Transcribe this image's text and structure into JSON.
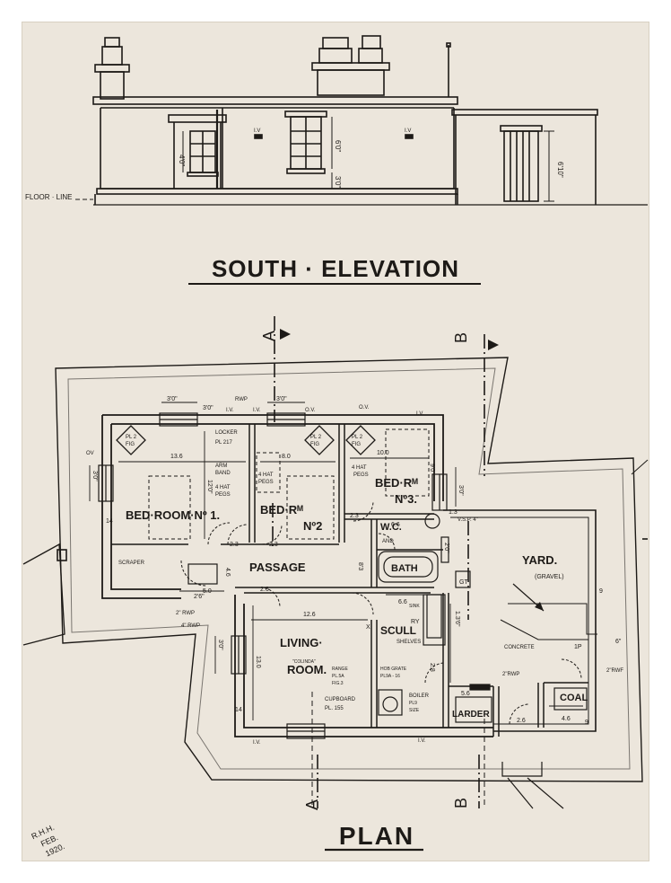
{
  "elevation": {
    "title": "SOUTH · ELEVATION",
    "floor_line": "FLOOR · LINE",
    "dims": {
      "window_small": "4'0\"",
      "window_main": "6'0\"",
      "sill": "3'0\"",
      "door": "6'10\""
    },
    "vent_labels": [
      "I.V",
      "I.V"
    ]
  },
  "plan": {
    "title": "PLAN",
    "section_markers": [
      "A",
      "A",
      "B",
      "B"
    ],
    "rooms": {
      "bed1": "BED·ROOM·Nº 1.",
      "bed2_line1": "BED·Rᴹ",
      "bed2_line2": "Nº2",
      "bed3_line1": "BED·Rᴹ",
      "bed3_line2": "Nº3.",
      "passage": "PASSAGE",
      "living_line1": "LIVING·",
      "living_line2": "ROOM.",
      "scull": "SCULL",
      "wc": "W.C.",
      "bath": "BATH",
      "yard": "YARD.",
      "yard_note": "(GRAVEL)",
      "coal": "COAL",
      "larder": "LARDER"
    },
    "notes": [
      {
        "text": "ARM",
        "id": "arm"
      },
      {
        "text": "BAND",
        "id": "band"
      },
      {
        "text": "4 HAT",
        "id": "hat1"
      },
      {
        "text": "PEGS",
        "id": "pegs1"
      },
      {
        "text": "4 HAT",
        "id": "hat2"
      },
      {
        "text": "PEGS",
        "id": "pegs2"
      },
      {
        "text": "4 HAT",
        "id": "hat3"
      },
      {
        "text": "PEGS",
        "id": "pegs3"
      },
      {
        "text": "LOCKER",
        "id": "locker"
      },
      {
        "text": "PL 217",
        "id": "pl217"
      },
      {
        "text": "SCRAPER",
        "id": "scraper"
      },
      {
        "text": "2\" RWP",
        "id": "rwp1"
      },
      {
        "text": "4\" RWP",
        "id": "rwp2"
      },
      {
        "text": "RWP",
        "id": "rwp3"
      },
      {
        "text": "V.S.P. 4\"",
        "id": "vsp"
      },
      {
        "text": "SINK",
        "id": "sink"
      },
      {
        "text": "SHELVES",
        "id": "shelves"
      },
      {
        "text": "\"COLINDA\"",
        "id": "colinda"
      },
      {
        "text": "RANGE",
        "id": "range"
      },
      {
        "text": "PL.5A",
        "id": "pl5a"
      },
      {
        "text": "FIG.3",
        "id": "fig3"
      },
      {
        "text": "HOB GRATE",
        "id": "hob"
      },
      {
        "text": "PL9A - 16",
        "id": "pl9a"
      },
      {
        "text": "CUPBOARD",
        "id": "cupboard"
      },
      {
        "text": "PL. 155",
        "id": "pl155"
      },
      {
        "text": "BOILER",
        "id": "boiler"
      },
      {
        "text": "PL9",
        "id": "pl9"
      },
      {
        "text": "SIZE",
        "id": "size"
      },
      {
        "text": "CONCRETE",
        "id": "concrete"
      },
      {
        "text": "2\"RWP",
        "id": "rwp4"
      },
      {
        "text": "2\"RWF",
        "id": "rwf"
      },
      {
        "text": "O.V.",
        "id": "ov1"
      },
      {
        "text": "O.V.",
        "id": "ov2"
      },
      {
        "text": "OV",
        "id": "ov3"
      },
      {
        "text": "I.V.",
        "id": "iv1"
      },
      {
        "text": "I.V.",
        "id": "iv2"
      },
      {
        "text": "I.V.",
        "id": "iv3"
      },
      {
        "text": "I.V.",
        "id": "iv4"
      },
      {
        "text": "I.V.",
        "id": "iv5"
      },
      {
        "text": "PL 2",
        "id": "pl2a"
      },
      {
        "text": "FIG",
        "id": "fig_a"
      },
      {
        "text": "PL 2",
        "id": "pl2b"
      },
      {
        "text": "FIG",
        "id": "fig_b"
      },
      {
        "text": "PL 2",
        "id": "pl2c"
      },
      {
        "text": "FIG",
        "id": "fig_c"
      },
      {
        "text": "GT",
        "id": "gt"
      },
      {
        "text": "RY",
        "id": "ry"
      },
      {
        "text": "X",
        "id": "x"
      },
      {
        "text": "AND",
        "id": "and"
      }
    ],
    "dims": {
      "bed1_w": "13.6",
      "bed1_d": "12'0\"",
      "bed2_w": "8.0",
      "bed3_w": "10.0",
      "bed3_d": "9'0",
      "win1": "3'0\"",
      "win2": "3'0\"",
      "win_left": "3'0\"",
      "win_right": "3'0\"",
      "living_w": "12.6",
      "living_d": "13.0",
      "win_living": "3'0\"",
      "wc_w": "6.6",
      "sink_w": "6.6",
      "larder_w": "5.6",
      "coal_w": "4.6",
      "yard_d": "9",
      "yard_w": "6\"",
      "passage_h": "8'3",
      "d1": "2.3",
      "d2": "2.3",
      "d3": "2.3",
      "d4": "2.6",
      "d5": "2'6\"",
      "d6": "5.0",
      "d7": "4.6",
      "d8": "2.8",
      "d9": "2.6",
      "d10": "14",
      "d11": "14",
      "d12": "2'0\"",
      "d13": "1.3",
      "d14": "9",
      "d15": "1.3'6\"",
      "d16": "1P",
      "d17": "3'0\""
    },
    "signature": {
      "initials": "R.H.H.",
      "month": "FEB.",
      "year": "1920."
    }
  },
  "colors": {
    "paper": "#ece6dc",
    "ink": "#1d1a17"
  }
}
